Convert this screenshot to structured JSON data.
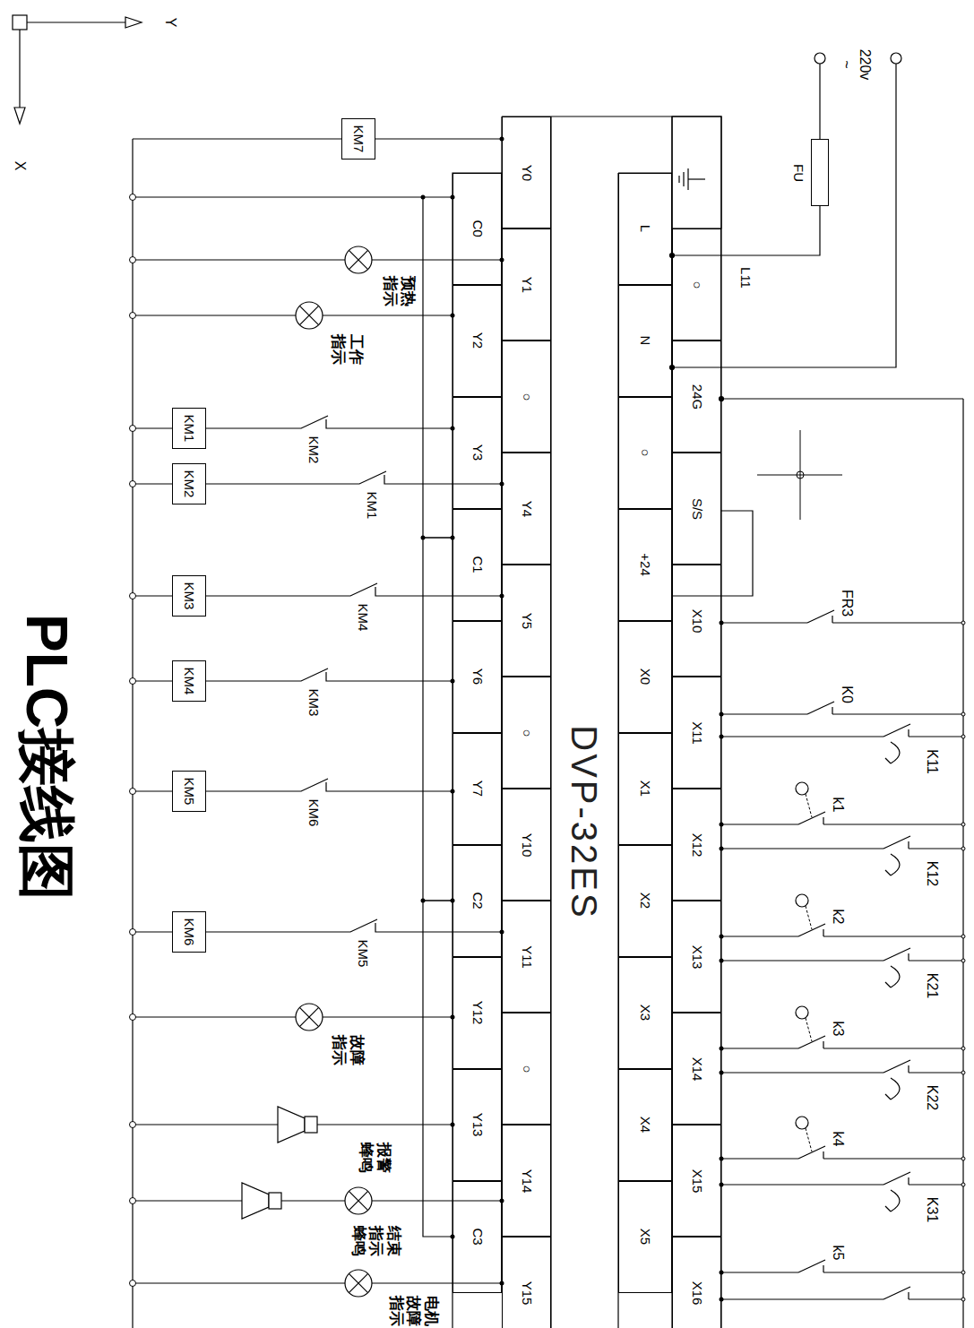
{
  "diagram": {
    "title": "PLC接线图",
    "nodes": [
      {
        "text": [
          "DVP-32ES"
        ]
      },
      {
        "text": [
          "Y0"
        ],
        "in": 0
      },
      {
        "text": [
          "C0"
        ],
        "in": 0
      },
      {
        "text": [
          "Y1"
        ],
        "in": 0
      },
      {
        "text": [
          "Y2"
        ],
        "in": 0
      },
      {
        "text": [
          "○"
        ],
        "in": 0
      },
      {
        "text": [
          "Y3"
        ],
        "in": 0
      },
      {
        "text": [
          "Y4"
        ],
        "in": 0
      },
      {
        "text": [
          "C1"
        ],
        "in": 0
      },
      {
        "text": [
          "Y5"
        ],
        "in": 0
      },
      {
        "text": [
          "Y6"
        ],
        "in": 0
      },
      {
        "text": [
          "○"
        ],
        "in": 0
      },
      {
        "text": [
          "Y7"
        ],
        "in": 0
      },
      {
        "text": [
          "Y10"
        ],
        "in": 0
      },
      {
        "text": [
          "C2"
        ],
        "in": 0
      },
      {
        "text": [
          "Y11"
        ],
        "in": 0
      },
      {
        "text": [
          "Y12"
        ],
        "in": 0
      },
      {
        "text": [
          "○"
        ],
        "in": 0
      },
      {
        "text": [
          "Y13"
        ],
        "in": 0
      },
      {
        "text": [
          "Y14"
        ],
        "in": 0
      },
      {
        "text": [
          "C3"
        ],
        "in": 0
      },
      {
        "text": [
          "Y15"
        ],
        "in": 0
      },
      {
        "text": [
          "L"
        ],
        "in": 0
      },
      {
        "text": [
          "○"
        ],
        "in": 0
      },
      {
        "text": [
          "N"
        ],
        "in": 0
      },
      {
        "text": [
          "24G"
        ],
        "in": 0
      },
      {
        "text": [
          "○"
        ],
        "in": 0
      },
      {
        "text": [
          "S/S"
        ],
        "in": 0
      },
      {
        "text": [
          "+24"
        ],
        "in": 0
      },
      {
        "text": [
          "X10"
        ],
        "in": 0
      },
      {
        "text": [
          "X0"
        ],
        "in": 0
      },
      {
        "text": [
          "X11"
        ],
        "in": 0
      },
      {
        "text": [
          "X1"
        ],
        "in": 0
      },
      {
        "text": [
          "X12"
        ],
        "in": 0
      },
      {
        "text": [
          "X2"
        ],
        "in": 0
      },
      {
        "text": [
          "X13"
        ],
        "in": 0
      },
      {
        "text": [
          "X3"
        ],
        "in": 0
      },
      {
        "text": [
          "X14"
        ],
        "in": 0
      },
      {
        "text": [
          "X4"
        ],
        "in": 0
      },
      {
        "text": [
          "X15"
        ],
        "in": 0
      },
      {
        "text": [
          "X5"
        ],
        "in": 0
      },
      {
        "text": [
          "X16"
        ],
        "in": 0
      },
      {
        "text": [
          "KM7"
        ]
      },
      {
        "text": [
          "KM1"
        ]
      },
      {
        "text": [
          "KM2"
        ]
      },
      {
        "text": [
          "KM3"
        ]
      },
      {
        "text": [
          "KM4"
        ]
      },
      {
        "text": [
          "KM5"
        ]
      },
      {
        "text": [
          "KM6"
        ]
      },
      {
        "text": [
          "FU"
        ]
      }
    ],
    "edges": [
      {
        "from": 1,
        "to": 42,
        "arrow": "none"
      },
      {
        "from": 6,
        "to": 43,
        "label": "KM2",
        "arrow": "none"
      },
      {
        "from": 7,
        "to": 44,
        "label": "KM1",
        "arrow": "none"
      },
      {
        "from": 9,
        "to": 45,
        "label": "KM4",
        "arrow": "none"
      },
      {
        "from": 10,
        "to": 46,
        "label": "KM3",
        "arrow": "none"
      },
      {
        "from": 12,
        "to": 47,
        "label": "KM6",
        "arrow": "none"
      },
      {
        "from": 15,
        "to": 48,
        "label": "KM5",
        "arrow": "none"
      },
      {
        "from": 2,
        "to": 8,
        "arrow": "none"
      },
      {
        "from": 8,
        "to": 14,
        "arrow": "none"
      },
      {
        "from": 14,
        "to": 20,
        "arrow": "none"
      },
      {
        "from": 49,
        "to": 22,
        "label": "L11",
        "arrow": "none"
      },
      {
        "from": 27,
        "to": 28,
        "arrow": "none"
      }
    ],
    "labels": [
      "Y",
      "X",
      "220v",
      "~",
      "预热指示",
      "工作指示",
      "故障指示",
      "报警蜂鸣",
      "结束指示蜂鸣",
      "电机故障指示",
      "FR3",
      "K0",
      "K11",
      "k1",
      "K12",
      "k2",
      "K21",
      "k3",
      "K22",
      "k4",
      "K31",
      "k5"
    ]
  }
}
